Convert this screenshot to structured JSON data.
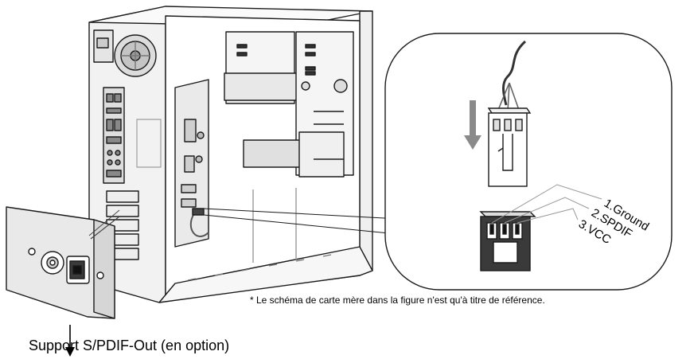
{
  "note": "* Le schéma de carte mère dans la figure n'est qu'à titre de référence.",
  "bottom_label": "Support S/PDIF-Out (en option)",
  "pins": [
    {
      "label": "1.Ground"
    },
    {
      "label": "2.SPDIF"
    },
    {
      "label": "3.VCC"
    }
  ],
  "colors": {
    "line": "#1a1a1a",
    "panel": "#e9e9e9",
    "dark": "#3a3a3a",
    "arrow": "#8a8a8a"
  }
}
